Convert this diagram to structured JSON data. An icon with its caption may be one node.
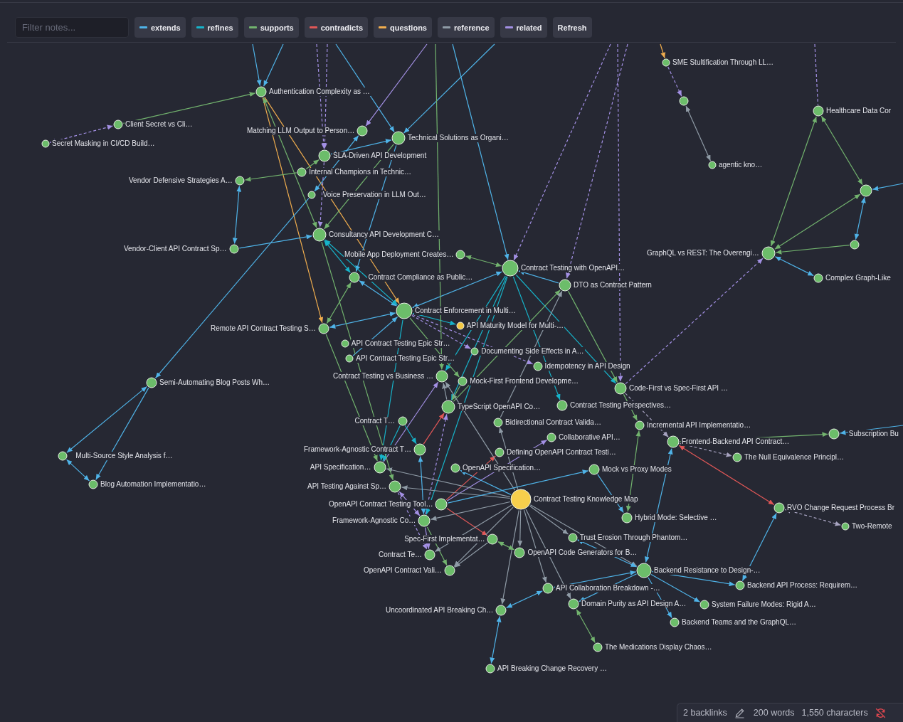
{
  "diagram": {
    "nodes": [
      {
        "text": [],
        "shape": "circle",
        "beside": [
          "SME Stultification Through LL…"
        ]
      },
      {
        "text": [],
        "shape": "circle",
        "beside": [
          "Authentication Complexity as …"
        ]
      },
      {
        "text": [],
        "shape": "circle"
      },
      {
        "text": [],
        "shape": "circle",
        "beside": [
          "Healthcare Data Cor"
        ]
      },
      {
        "text": [],
        "shape": "circle",
        "beside": [
          "Client Secret vs Cli…"
        ]
      },
      {
        "text": [],
        "shape": "circle",
        "beside": [
          "Matching LLM Output to Person…"
        ]
      },
      {
        "text": [],
        "shape": "circle",
        "beside": [
          "Technical Solutions as Organi…"
        ]
      },
      {
        "text": [],
        "shape": "circle",
        "beside": [
          "Secret Masking in CI/CD Build…"
        ]
      },
      {
        "text": [],
        "shape": "circle",
        "beside": [
          "SLA-Driven API Development"
        ]
      },
      {
        "text": [],
        "shape": "circle",
        "beside": [
          "Internal Champions in Technic…"
        ]
      },
      {
        "text": [],
        "shape": "circle",
        "beside": [
          "agentic kno…"
        ]
      },
      {
        "text": [],
        "shape": "circle",
        "beside": [
          "Vendor Defensive Strategies A…"
        ]
      },
      {
        "text": [],
        "shape": "circle"
      },
      {
        "text": [],
        "shape": "circle",
        "beside": [
          "Voice Preservation in LLM Out…"
        ]
      },
      {
        "text": [],
        "shape": "circle",
        "beside": [
          "Vendor-Client API Contract Sp…"
        ]
      },
      {
        "text": [],
        "shape": "circle",
        "beside": [
          "Consultancy API Development C…"
        ]
      },
      {
        "text": [],
        "shape": "circle"
      },
      {
        "text": [],
        "shape": "circle",
        "beside": [
          "GraphQL vs REST: The Overengi…"
        ]
      },
      {
        "text": [],
        "shape": "circle",
        "beside": [
          "Mobile App Deployment Creates…"
        ]
      },
      {
        "text": [],
        "shape": "circle",
        "beside": [
          "Contract Testing with OpenAPI…"
        ]
      },
      {
        "text": [],
        "shape": "circle",
        "beside": [
          "Contract Compliance as Public…"
        ]
      },
      {
        "text": [],
        "shape": "circle",
        "beside": [
          "Complex Graph-Like"
        ]
      },
      {
        "text": [],
        "shape": "circle",
        "beside": [
          "DTO as Contract Pattern"
        ]
      },
      {
        "text": [],
        "shape": "circle",
        "beside": [
          "Contract Enforcement in Multi…"
        ]
      },
      {
        "text": [],
        "shape": "circle",
        "beside": [
          "API Maturity Model for Multi-…"
        ]
      },
      {
        "text": [],
        "shape": "circle",
        "beside": [
          "Remote API Contract Testing S…"
        ]
      },
      {
        "text": [],
        "shape": "circle",
        "beside": [
          "API Contract Testing Epic Str…"
        ]
      },
      {
        "text": [],
        "shape": "circle",
        "beside": [
          "Documenting Side Effects in A…"
        ]
      },
      {
        "text": [],
        "shape": "circle",
        "beside": [
          "API Contract Testing Epic Str…"
        ]
      },
      {
        "text": [],
        "shape": "circle",
        "beside": [
          "Contract Testing vs Business …"
        ]
      },
      {
        "text": [],
        "shape": "circle",
        "beside": [
          "Idempotency in API Design"
        ]
      },
      {
        "text": [],
        "shape": "circle",
        "beside": [
          "Mock-First Frontend Developme…"
        ]
      },
      {
        "text": [],
        "shape": "circle",
        "beside": [
          "Semi-Automating Blog Posts Wh…"
        ]
      },
      {
        "text": [],
        "shape": "circle",
        "beside": [
          "TypeScript OpenAPI Co…"
        ]
      },
      {
        "text": [],
        "shape": "circle",
        "beside": [
          "Contract Testing Perspectives…"
        ]
      },
      {
        "text": [],
        "shape": "circle",
        "beside": [
          "Code-First vs Spec-First API …"
        ]
      },
      {
        "text": [],
        "shape": "circle",
        "beside": [
          "Bidirectional Contract Valida…"
        ]
      },
      {
        "text": [],
        "shape": "circle",
        "beside": [
          "Contract T…"
        ]
      },
      {
        "text": [],
        "shape": "circle",
        "beside": [
          "Collaborative API…"
        ]
      },
      {
        "text": [],
        "shape": "circle",
        "beside": [
          "Incremental API Implementatio…"
        ]
      },
      {
        "text": [],
        "shape": "circle",
        "beside": [
          "Subscription Bu"
        ]
      },
      {
        "text": [],
        "shape": "circle",
        "beside": [
          "Framework-Agnostic Contract T…"
        ]
      },
      {
        "text": [],
        "shape": "circle",
        "beside": [
          "API Specification…"
        ]
      },
      {
        "text": [],
        "shape": "circle",
        "beside": [
          "OpenAPI Specification…"
        ]
      },
      {
        "text": [],
        "shape": "circle",
        "beside": [
          "Frontend-Backend API Contract…"
        ]
      },
      {
        "text": [],
        "shape": "circle",
        "beside": [
          "Defining OpenAPI Contract Testi…"
        ]
      },
      {
        "text": [],
        "shape": "circle",
        "beside": [
          "The Null Equivalence Principl…"
        ]
      },
      {
        "text": [],
        "shape": "circle",
        "beside": [
          "Multi-Source Style Analysis f…"
        ]
      },
      {
        "text": [],
        "shape": "circle",
        "beside": [
          "API Testing Against Sp…"
        ]
      },
      {
        "text": [],
        "shape": "circle",
        "beside": [
          "Mock vs Proxy Modes"
        ]
      },
      {
        "text": [],
        "shape": "circle",
        "beside": [
          "OpenAPI Contract Testing Tool…"
        ]
      },
      {
        "text": [],
        "shape": "circle",
        "beside": [
          "Contract Testing Knowledge Map"
        ]
      },
      {
        "text": [],
        "shape": "circle",
        "beside": [
          "Blog Automation Implementatio…"
        ]
      },
      {
        "text": [],
        "shape": "circle",
        "beside": [
          "Hybrid Mode: Selective …"
        ]
      },
      {
        "text": [],
        "shape": "circle",
        "beside": [
          "Framework-Agnostic Co…"
        ]
      },
      {
        "text": [],
        "shape": "circle",
        "beside": [
          "RVO Change Request Process Br"
        ]
      },
      {
        "text": [],
        "shape": "circle",
        "beside": [
          "Spec-First Implementat…"
        ]
      },
      {
        "text": [],
        "shape": "circle",
        "beside": [
          "Contract Te…"
        ]
      },
      {
        "text": [],
        "shape": "circle",
        "beside": [
          "Two-Remote"
        ]
      },
      {
        "text": [],
        "shape": "circle",
        "beside": [
          "OpenAPI Code Generators for B…"
        ]
      },
      {
        "text": [],
        "shape": "circle",
        "beside": [
          "Trust Erosion Through Phantom…"
        ]
      },
      {
        "text": [],
        "shape": "circle",
        "beside": [
          "OpenAPI Contract Vali…"
        ]
      },
      {
        "text": [],
        "shape": "circle",
        "beside": [
          "Backend Resistance to Design-…"
        ]
      },
      {
        "text": [],
        "shape": "circle",
        "beside": [
          "Backend API Process: Requirem…"
        ]
      },
      {
        "text": [],
        "shape": "circle",
        "beside": [
          "API Collaboration Breakdown -…"
        ]
      },
      {
        "text": [],
        "shape": "circle",
        "beside": [
          "Domain Purity as API Design A…"
        ]
      },
      {
        "text": [],
        "shape": "circle",
        "beside": [
          "Uncoordinated API Breaking Ch…"
        ]
      },
      {
        "text": [],
        "shape": "circle",
        "beside": [
          "System Failure Modes: Rigid A…"
        ]
      },
      {
        "text": [],
        "shape": "circle",
        "beside": [
          "Backend Teams and the GraphQL…"
        ]
      },
      {
        "text": [],
        "shape": "circle",
        "beside": [
          "The Medications Display Chaos…"
        ]
      },
      {
        "text": [],
        "shape": "circle",
        "beside": [
          "API Breaking Change Recovery …"
        ]
      }
    ],
    "edges": [
      {
        "from": null,
        "to": 1,
        "arrow": "to"
      },
      {
        "from": null,
        "to": 1,
        "arrow": "to"
      },
      {
        "from": 4,
        "to": 1,
        "arrow": "to",
        "color": "#72b36e"
      },
      {
        "from": 7,
        "to": 4,
        "arrow": "both",
        "style": "dashed",
        "color": "#a390e4"
      },
      {
        "from": 1,
        "to": 25,
        "arrow": "to",
        "color": "#f0ad4e"
      },
      {
        "from": 1,
        "to": 23,
        "arrow": "to",
        "color": "#f0ad4e"
      },
      {
        "from": 1,
        "to": 15,
        "arrow": "both",
        "color": "#72b36e"
      },
      {
        "from": null,
        "to": 8,
        "arrow": "to",
        "style": "dashed",
        "color": "#a390e4"
      },
      {
        "from": null,
        "to": 8,
        "arrow": "to",
        "style": "dashed",
        "color": "#a390e4"
      },
      {
        "from": null,
        "to": 5,
        "arrow": "to",
        "color": "#a390e4"
      },
      {
        "from": null,
        "to": 6,
        "arrow": "to"
      },
      {
        "from": null,
        "to": 6,
        "arrow": "to"
      },
      {
        "from": 8,
        "to": 6,
        "arrow": "both"
      },
      {
        "from": 9,
        "to": 8,
        "arrow": "to",
        "color": "#72b36e"
      },
      {
        "from": 9,
        "to": 11,
        "arrow": "to",
        "color": "#72b36e"
      },
      {
        "from": 11,
        "to": 14,
        "arrow": "both"
      },
      {
        "from": 14,
        "to": 15,
        "arrow": "to"
      },
      {
        "from": 13,
        "to": 5,
        "arrow": "both"
      },
      {
        "from": 6,
        "to": 20,
        "arrow": "to"
      },
      {
        "from": 6,
        "to": 15,
        "arrow": "to",
        "color": "#72b36e"
      },
      {
        "from": 8,
        "to": 15,
        "arrow": "to",
        "style": "dashed",
        "color": "#a390e4"
      },
      {
        "from": 13,
        "to": 32,
        "arrow": "to"
      },
      {
        "from": 32,
        "to": 47,
        "arrow": "both"
      },
      {
        "from": 32,
        "to": 52,
        "arrow": "to"
      },
      {
        "from": 47,
        "to": 52,
        "arrow": "both"
      },
      {
        "from": null,
        "to": 0,
        "arrow": "to",
        "color": "#f0ad4e"
      },
      {
        "from": 0,
        "to": 2,
        "arrow": "to",
        "style": "dashed",
        "color": "#a390e4"
      },
      {
        "from": 2,
        "to": 10,
        "arrow": "both",
        "color": "#8f9ba6"
      },
      {
        "from": null,
        "to": 3,
        "arrow": "none",
        "style": "dashed",
        "color": "#a390e4"
      },
      {
        "from": 3,
        "to": 17,
        "arrow": "both",
        "color": "#72b36e"
      },
      {
        "from": 3,
        "to": 12,
        "arrow": "both",
        "color": "#72b36e"
      },
      {
        "from": 12,
        "to": 17,
        "arrow": "both",
        "color": "#72b36e"
      },
      {
        "from": 12,
        "to": 16,
        "arrow": "both"
      },
      {
        "from": null,
        "to": 12,
        "arrow": "to"
      },
      {
        "from": 16,
        "to": 17,
        "arrow": "to",
        "color": "#72b36e"
      },
      {
        "from": 17,
        "to": 21,
        "arrow": "both"
      },
      {
        "from": 35,
        "to": 17,
        "arrow": "to",
        "style": "dashed",
        "color": "#a390e4"
      },
      {
        "from": null,
        "to": 19,
        "arrow": "to",
        "style": "dashed",
        "color": "#a390e4"
      },
      {
        "from": null,
        "to": 22,
        "arrow": "to",
        "style": "dashed",
        "color": "#a390e4"
      },
      {
        "from": null,
        "to": 35,
        "arrow": "to",
        "style": "dashed",
        "color": "#a390e4"
      },
      {
        "from": null,
        "to": 19,
        "arrow": "to"
      },
      {
        "from": 18,
        "to": 19,
        "arrow": "both",
        "color": "#72b36e"
      },
      {
        "from": 22,
        "to": 19,
        "arrow": "to"
      },
      {
        "from": 19,
        "to": 23,
        "arrow": "both"
      },
      {
        "from": 19,
        "to": 29,
        "arrow": "to",
        "color": "#17b3c9"
      },
      {
        "from": 19,
        "to": 33,
        "arrow": "to",
        "color": "#17b3c9"
      },
      {
        "from": 19,
        "to": 34,
        "arrow": "to",
        "color": "#17b3c9"
      },
      {
        "from": 19,
        "to": 35,
        "arrow": "to",
        "color": "#17b3c9"
      },
      {
        "from": 19,
        "to": 54,
        "arrow": "to",
        "color": "#17b3c9"
      },
      {
        "from": 33,
        "to": 22,
        "arrow": "to",
        "color": "#72b36e"
      },
      {
        "from": 36,
        "to": 22,
        "arrow": "to",
        "color": "#8f9ba6"
      },
      {
        "from": 22,
        "to": 35,
        "arrow": "to",
        "color": "#72b36e"
      },
      {
        "from": 20,
        "to": 23,
        "arrow": "both"
      },
      {
        "from": 15,
        "to": 20,
        "arrow": "both",
        "color": "#17b3c9"
      },
      {
        "from": 15,
        "to": 23,
        "arrow": "both",
        "color": "#17b3c9"
      },
      {
        "from": 20,
        "to": 25,
        "arrow": "both",
        "color": "#72b36e"
      },
      {
        "from": 23,
        "to": 25,
        "arrow": "both"
      },
      {
        "from": 28,
        "to": 23,
        "arrow": "to"
      },
      {
        "from": 23,
        "to": 24,
        "arrow": "to",
        "color": "#17b3c9"
      },
      {
        "from": 23,
        "to": 27,
        "arrow": "to",
        "style": "dashed",
        "color": "#a390e4"
      },
      {
        "from": 23,
        "to": 30,
        "arrow": "to",
        "style": "dashed",
        "color": "#a390e4"
      },
      {
        "from": 23,
        "to": 31,
        "arrow": "to",
        "color": "#72b36e"
      },
      {
        "from": 33,
        "to": 29,
        "arrow": "to",
        "color": "#8f9ba6"
      },
      {
        "from": 42,
        "to": 29,
        "arrow": "to",
        "color": "#a390e4"
      },
      {
        "from": 31,
        "to": 33,
        "arrow": "to",
        "color": "#72b36e"
      },
      {
        "from": 41,
        "to": 33,
        "arrow": "to",
        "color": "#e05757"
      },
      {
        "from": 50,
        "to": 45,
        "arrow": "to",
        "color": "#e05757"
      },
      {
        "from": 50,
        "to": 56,
        "arrow": "to",
        "color": "#e05757"
      },
      {
        "from": 54,
        "to": 33,
        "arrow": "to",
        "style": "dashed",
        "color": "#a390e4"
      },
      {
        "from": 50,
        "to": 38,
        "arrow": "to",
        "color": "#a390e4"
      },
      {
        "from": 51,
        "to": 66,
        "arrow": "to",
        "color": "#8f9ba6"
      },
      {
        "from": 51,
        "to": 64,
        "arrow": "to",
        "color": "#8f9ba6"
      },
      {
        "from": 51,
        "to": 65,
        "arrow": "to",
        "color": "#8f9ba6"
      },
      {
        "from": 51,
        "to": 60,
        "arrow": "to",
        "color": "#8f9ba6"
      },
      {
        "from": 51,
        "to": 62,
        "arrow": "to",
        "color": "#8f9ba6"
      },
      {
        "from": 51,
        "to": 54,
        "arrow": "to",
        "color": "#8f9ba6"
      },
      {
        "from": 51,
        "to": 61,
        "arrow": "to",
        "color": "#8f9ba6"
      },
      {
        "from": 51,
        "to": 48,
        "arrow": "to",
        "color": "#8f9ba6"
      },
      {
        "from": 51,
        "to": 42,
        "arrow": "to",
        "color": "#8f9ba6"
      },
      {
        "from": 51,
        "to": 36,
        "arrow": "to",
        "color": "#8f9ba6"
      },
      {
        "from": 51,
        "to": 29,
        "arrow": "to",
        "color": "#8f9ba6"
      },
      {
        "from": 50,
        "to": 49,
        "arrow": "to"
      },
      {
        "from": 49,
        "to": 53,
        "arrow": "to"
      },
      {
        "from": 39,
        "to": 53,
        "arrow": "both",
        "color": "#72b36e"
      },
      {
        "from": 35,
        "to": 39,
        "arrow": "to",
        "color": "#72b36e"
      },
      {
        "from": 44,
        "to": 62,
        "arrow": "both"
      },
      {
        "from": 44,
        "to": 55,
        "arrow": "both",
        "color": "#e05757"
      },
      {
        "from": 44,
        "to": 46,
        "arrow": "to",
        "style": "dashed",
        "color": "#a6a2bf"
      },
      {
        "from": 44,
        "to": 40,
        "arrow": "to",
        "color": "#72b36e"
      },
      {
        "from": 35,
        "to": 44,
        "arrow": "to",
        "style": "dashed",
        "color": "#a6a2bf"
      },
      {
        "from": null,
        "to": 40,
        "arrow": "to"
      },
      {
        "from": 55,
        "to": 63,
        "arrow": "both"
      },
      {
        "from": 55,
        "to": 58,
        "arrow": "both",
        "style": "dashed",
        "color": "#a6a2bf"
      },
      {
        "from": 62,
        "to": 63,
        "arrow": "both"
      },
      {
        "from": 62,
        "to": 67,
        "arrow": "to"
      },
      {
        "from": 62,
        "to": 68,
        "arrow": "to"
      },
      {
        "from": 62,
        "to": 64,
        "arrow": "both"
      },
      {
        "from": 62,
        "to": 65,
        "arrow": "to"
      },
      {
        "from": 60,
        "to": 62,
        "arrow": "both"
      },
      {
        "from": 65,
        "to": 69,
        "arrow": "both",
        "color": "#72b36e"
      },
      {
        "from": 64,
        "to": 66,
        "arrow": "both"
      },
      {
        "from": 66,
        "to": 70,
        "arrow": "both"
      },
      {
        "from": 56,
        "to": 59,
        "arrow": "both",
        "color": "#72b36e"
      },
      {
        "from": 54,
        "to": 61,
        "arrow": "to",
        "color": "#72b36e"
      },
      {
        "from": 54,
        "to": 57,
        "arrow": "to",
        "color": "#a390e4"
      },
      {
        "from": 48,
        "to": 57,
        "arrow": "to",
        "style": "dashed",
        "color": "#a390e4"
      },
      {
        "from": 56,
        "to": 61,
        "arrow": "to",
        "color": "#8f9ba6"
      },
      {
        "from": 48,
        "to": 54,
        "arrow": "both",
        "color": "#a390e4"
      },
      {
        "from": 41,
        "to": 54,
        "arrow": "both"
      },
      {
        "from": 37,
        "to": 42,
        "arrow": "to",
        "color": "#17b3c9"
      },
      {
        "from": 37,
        "to": 41,
        "arrow": "to",
        "color": "#17b3c9"
      },
      {
        "from": 51,
        "to": 43,
        "arrow": "to"
      },
      {
        "from": 23,
        "to": 42,
        "arrow": "to",
        "color": "#17b3c9"
      },
      {
        "from": null,
        "to": 29,
        "arrow": "to",
        "color": "#72b36e"
      },
      {
        "from": 25,
        "to": 42,
        "arrow": "to",
        "color": "#72b36e"
      },
      {
        "from": 15,
        "to": 48,
        "arrow": "to",
        "color": "#72b36e"
      },
      {
        "from": 51,
        "to": 57,
        "arrow": "to",
        "color": "#8f9ba6"
      },
      {
        "from": 51,
        "to": 59,
        "arrow": "to",
        "color": "#8f9ba6"
      }
    ],
    "labels": [
      "Filter notes...",
      "Refresh",
      "2 backlinks",
      "200 words",
      "1,550 characters"
    ],
    "legend": [
      {
        "text": "extends",
        "color": "#4fb3e8"
      },
      {
        "text": "refines",
        "color": "#17b3c9"
      },
      {
        "text": "supports",
        "color": "#72b36e"
      },
      {
        "text": "contradicts",
        "color": "#e05757"
      },
      {
        "text": "questions",
        "color": "#f0ad4e"
      },
      {
        "text": "reference",
        "color": "#8f9ba6"
      },
      {
        "text": "related",
        "color": "#a390e4"
      }
    ]
  }
}
